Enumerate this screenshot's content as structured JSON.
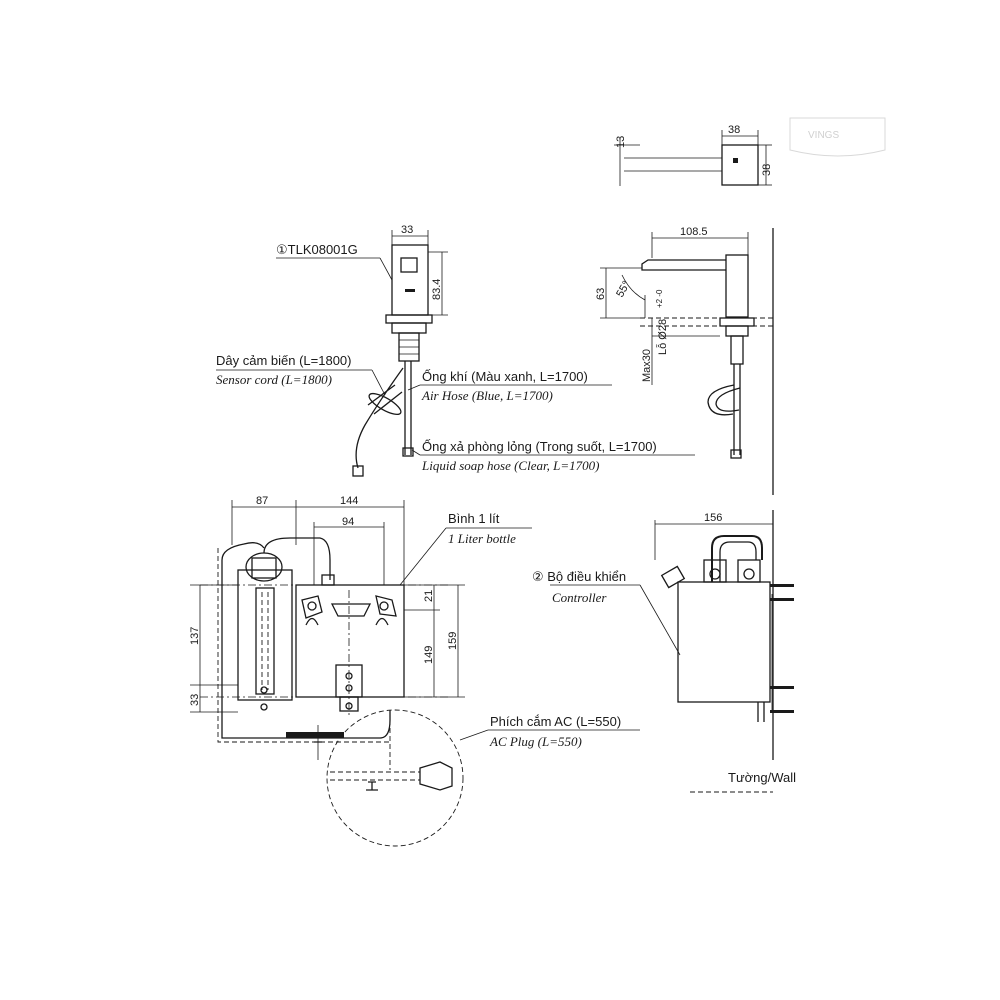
{
  "watermark": "VINGS",
  "top_view": {
    "dim_depth": "13",
    "dim_width": "38",
    "dim_height": "38"
  },
  "front_spout": {
    "model": "①TLK08001G",
    "dim_width": "33",
    "dim_height": "83.4"
  },
  "side_spout": {
    "dim_length": "108.5",
    "dim_height": "63",
    "dim_angle": "55°",
    "dim_hole": "Lỗ Ø28",
    "dim_hole_tol": "+2\n-0",
    "dim_max": "Max30"
  },
  "labels": {
    "sensor_cord_vi": "Dây cảm biến (L=1800)",
    "sensor_cord_en": "Sensor cord (L=1800)",
    "air_hose_vi": "Ống khí (Màu xanh, L=1700)",
    "air_hose_en": "Air Hose (Blue, L=1700)",
    "soap_hose_vi": "Ống xả phòng lỏng (Trong suốt, L=1700)",
    "soap_hose_en": "Liquid soap hose (Clear, L=1700)",
    "bottle_vi": "Bình 1 lít",
    "bottle_en": "1 Liter bottle",
    "controller_vi": "② Bộ điều khiển",
    "controller_en": "Controller",
    "ac_plug_vi": "Phích cắm AC (L=550)",
    "ac_plug_en": "AC Plug (L=550)",
    "wall": "Tường/Wall"
  },
  "bottle_view": {
    "dim_left": "87",
    "dim_total": "144",
    "dim_inner": "94",
    "dim_137": "137",
    "dim_33": "33",
    "dim_21": "21",
    "dim_149": "149",
    "dim_159": "159"
  },
  "controller_view": {
    "dim_width": "156"
  }
}
